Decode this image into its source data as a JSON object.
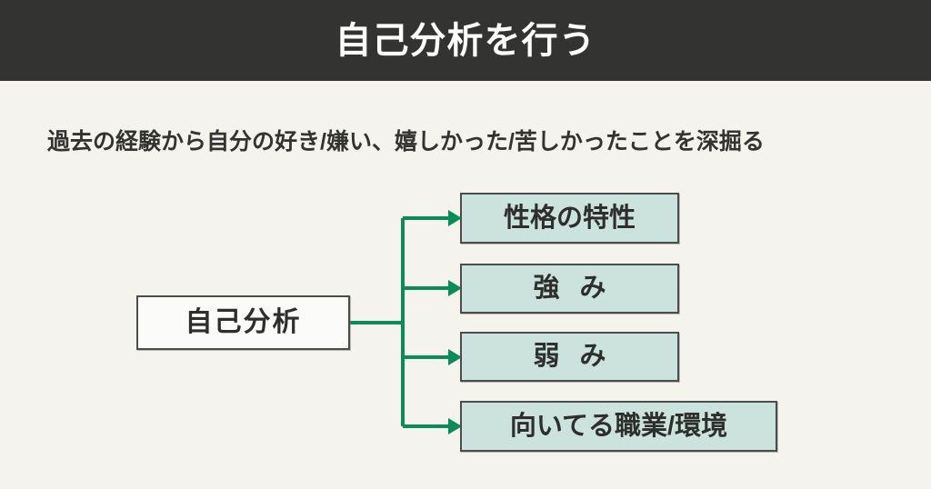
{
  "header": {
    "title": "自己分析を行う",
    "background_color": "#333331",
    "text_color": "#ffffff"
  },
  "canvas": {
    "background_color": "#f4f3ee",
    "subtitle": "過去の経験から自分の好き/嫌い、嬉しかった/苦しかったことを深掘る"
  },
  "diagram": {
    "type": "tree",
    "accent_color": "#0b8a5c",
    "node_border_color": "#4c4c4c",
    "root": {
      "label": "自己分析",
      "fill_color": "#fbfbf9"
    },
    "branches": [
      {
        "label": "性格の特性",
        "fill_color": "#cbe3dc"
      },
      {
        "label": "強 み",
        "fill_color": "#cbe3dc"
      },
      {
        "label": "弱 み",
        "fill_color": "#cbe3dc"
      },
      {
        "label": "向いてる職業/環境",
        "fill_color": "#cbe3dc"
      }
    ]
  }
}
